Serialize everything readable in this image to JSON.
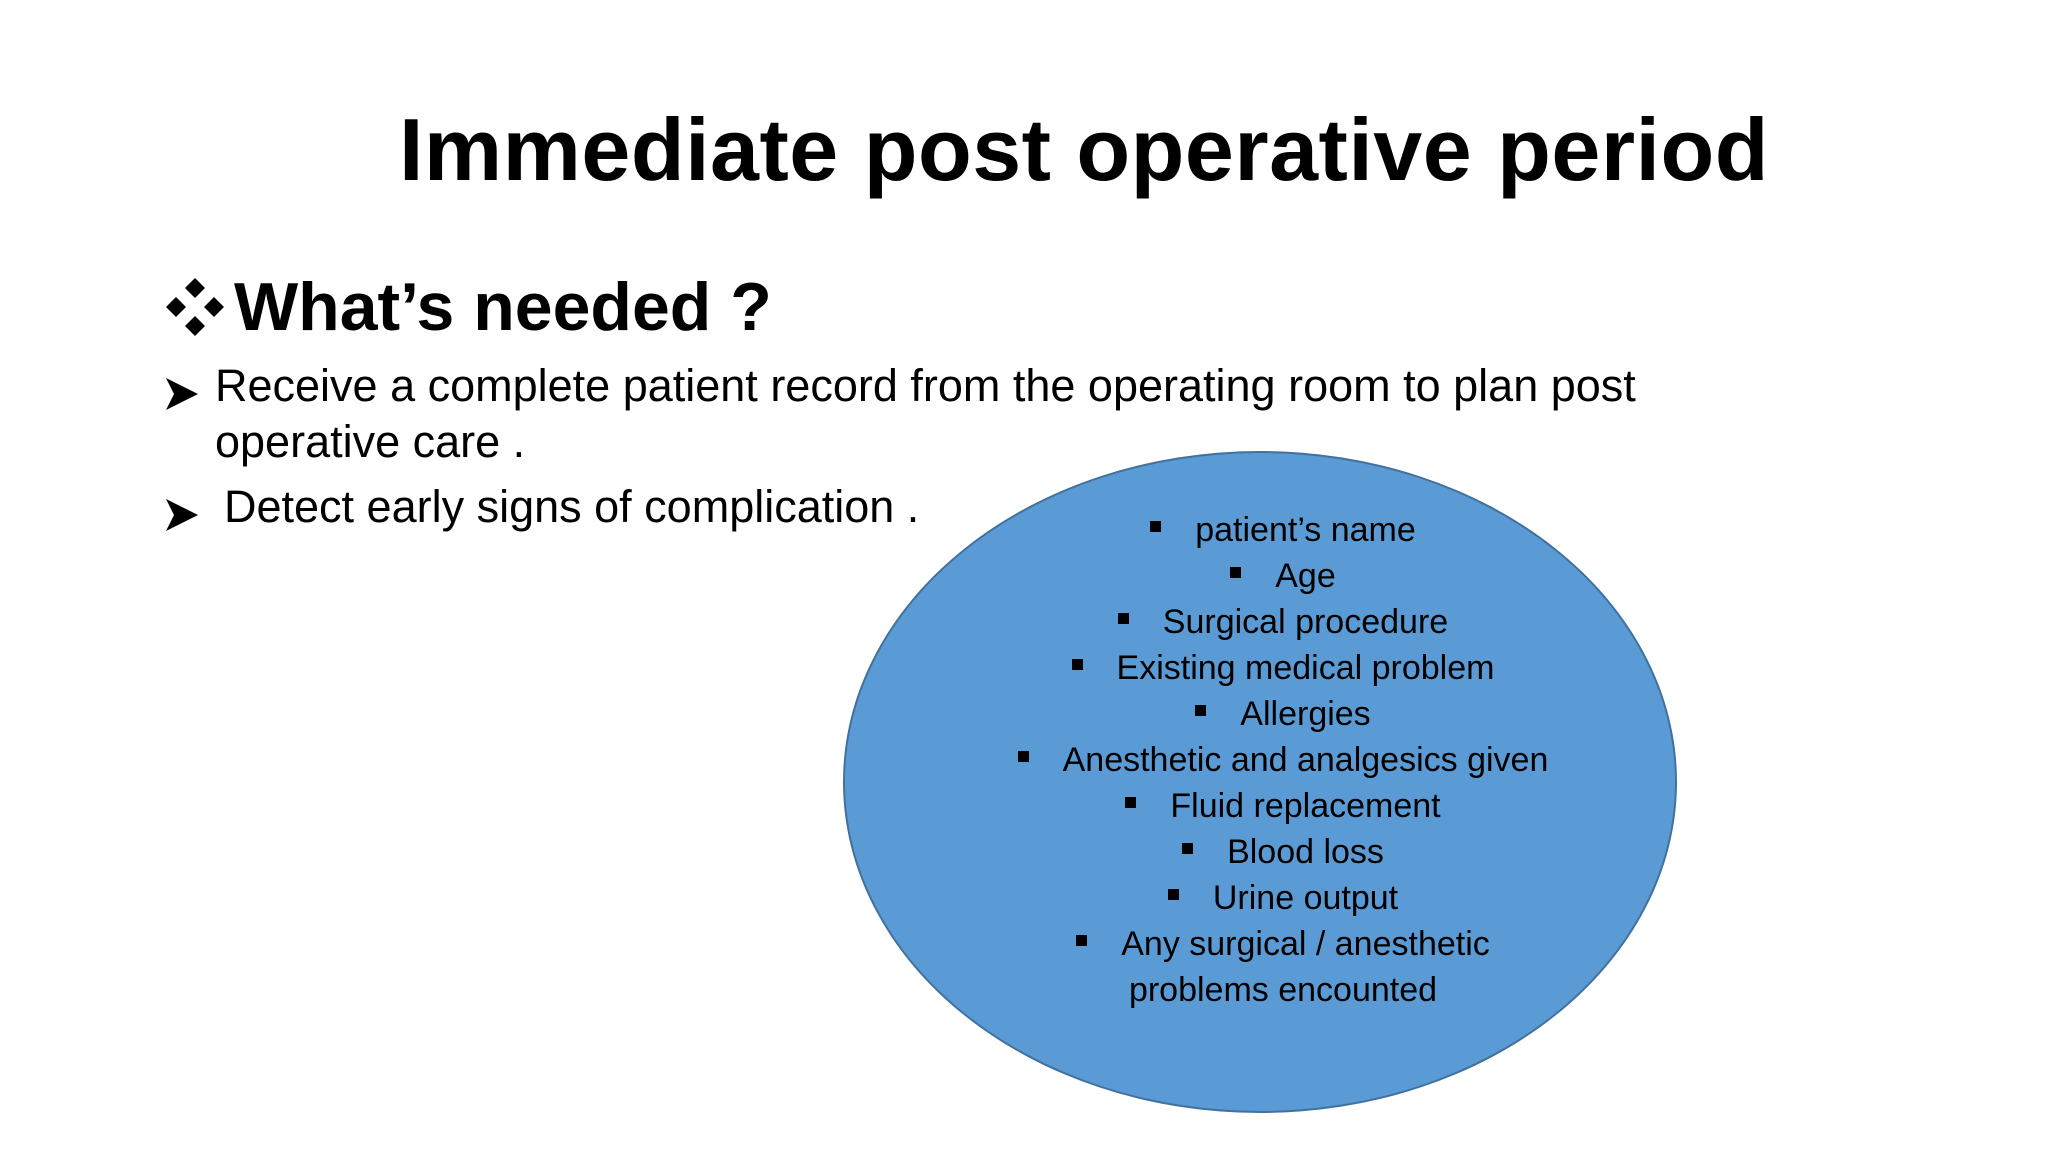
{
  "slide": {
    "title": "Immediate post operative period",
    "subheading": "What’s needed ?",
    "bullets": [
      "Receive a complete patient record from the operating room to plan post operative care .",
      "Detect early signs of complication ."
    ],
    "ellipse_items": [
      "patient’s name",
      "Age",
      "Surgical procedure",
      "Existing medical problem",
      "Allergies",
      "Anesthetic and analgesics given",
      "Fluid replacement",
      "Blood loss",
      "Urine output",
      "Any surgical / anesthetic",
      "problems encounted"
    ],
    "colors": {
      "ellipse_fill": "#5b9bd5",
      "ellipse_border": "#41719c",
      "text": "#000000"
    },
    "icons": {
      "subheading_icon": "four-diamonds-icon",
      "bullet_icon": "arrowhead-icon",
      "list_icon": "square-bullet-icon"
    }
  }
}
